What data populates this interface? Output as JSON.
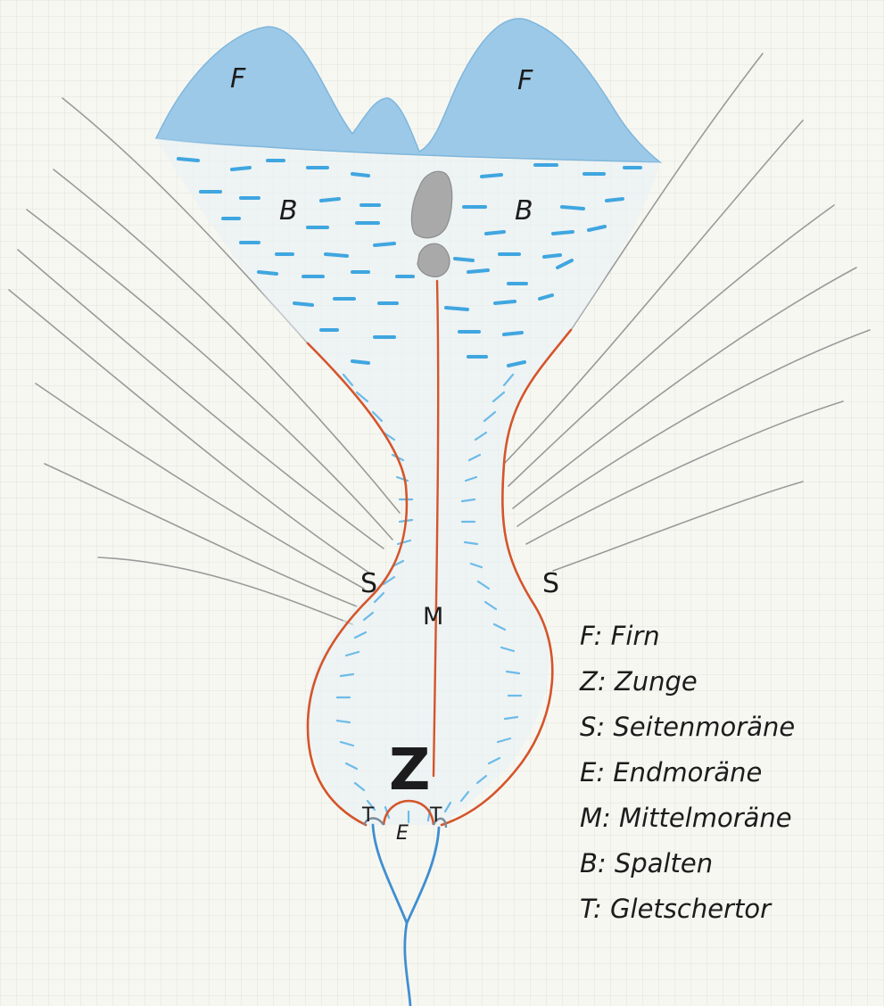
{
  "labels": {
    "firn": "F",
    "spalten": "B",
    "seitenmoraene": "S",
    "mittelmoraene": "M",
    "zunge": "Z",
    "gletschertor": "T",
    "endmoraene": "E"
  },
  "legend": [
    "F: Firn",
    "Z: Zunge",
    "S: Seitenmoräne",
    "E: Endmoräne",
    "M: Mittelmoräne",
    "B: Spalten",
    "T: Gletschertor"
  ],
  "colors": {
    "paper": "#f7f7f2",
    "grid": "#d8d8d4",
    "ice": "#9cc9e8",
    "crevasse": "#3fa6e0",
    "moraine": "#d4552a",
    "rock": "#a9a9a9",
    "mountain_lines": "#9a9a9a",
    "river": "#3f8fd0"
  }
}
